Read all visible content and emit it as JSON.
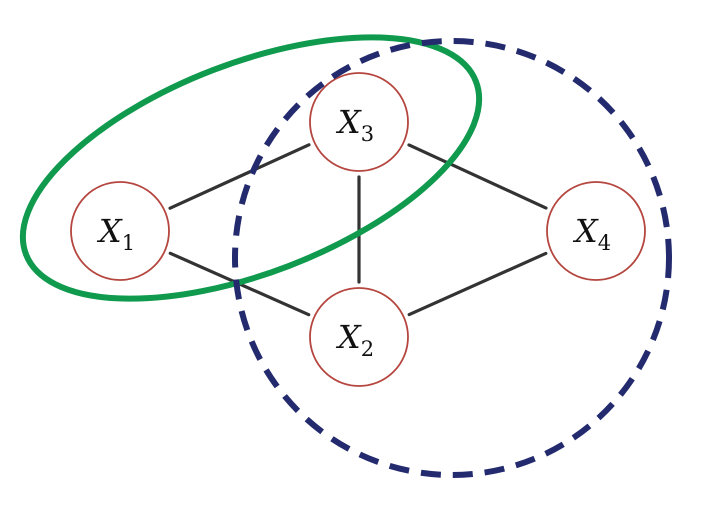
{
  "colors": {
    "node_stroke": "#b5463f",
    "edge": "#333333",
    "clique_solid": "#0f9a4e",
    "clique_dashed": "#232b6e"
  },
  "nodes": [
    {
      "id": "x1",
      "base": "X",
      "sub": "1"
    },
    {
      "id": "x2",
      "base": "X",
      "sub": "2"
    },
    {
      "id": "x3",
      "base": "X",
      "sub": "3"
    },
    {
      "id": "x4",
      "base": "X",
      "sub": "4"
    }
  ],
  "edges": [
    [
      "x1",
      "x3"
    ],
    [
      "x1",
      "x2"
    ],
    [
      "x3",
      "x2"
    ],
    [
      "x3",
      "x4"
    ],
    [
      "x2",
      "x4"
    ]
  ],
  "cliques": [
    {
      "id": "green-clique",
      "style": "solid",
      "members": [
        "x1",
        "x3"
      ]
    },
    {
      "id": "blue-clique",
      "style": "dashed",
      "members": [
        "x3",
        "x2",
        "x4"
      ]
    }
  ]
}
